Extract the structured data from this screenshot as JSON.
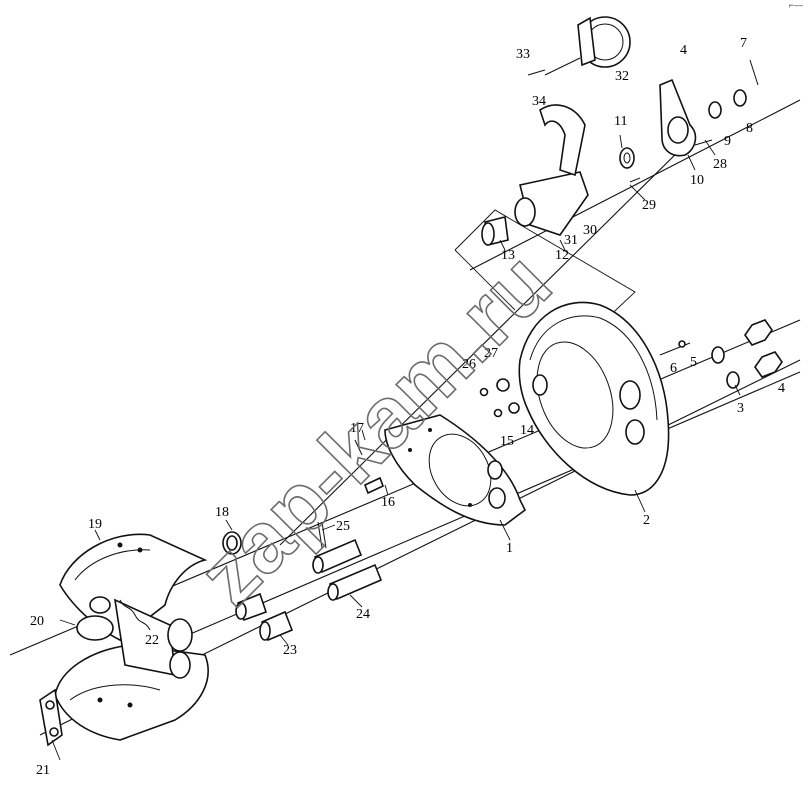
{
  "watermark": "zap-kam.ru",
  "corner_mark": "⌐—",
  "part_labels": [
    "1",
    "2",
    "3",
    "4",
    "4",
    "5",
    "6",
    "7",
    "8",
    "9",
    "10",
    "11",
    "12",
    "13",
    "14",
    "15",
    "16",
    "17",
    "18",
    "19",
    "20",
    "21",
    "22",
    "23",
    "24",
    "25",
    "26",
    "27",
    "28",
    "29",
    "30",
    "31",
    "32",
    "33",
    "34"
  ]
}
